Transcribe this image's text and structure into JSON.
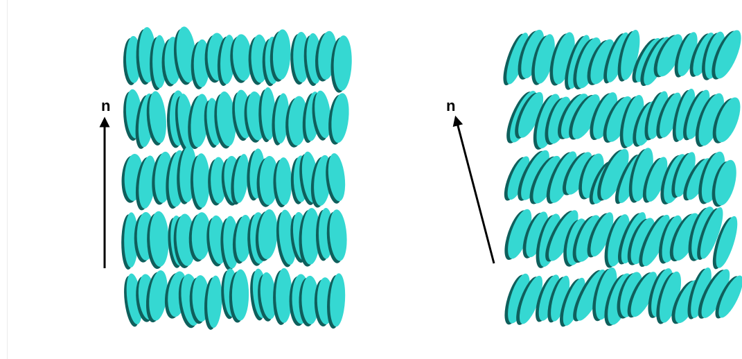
{
  "figure": {
    "panels": [
      {
        "id": "smectic-a",
        "director_label": "n",
        "tilt_deg": 0,
        "layers": 5
      },
      {
        "id": "smectic-c",
        "director_label": "n",
        "tilt_deg": 20,
        "layers": 5
      }
    ],
    "colors": {
      "mesogen": "#35d8d2",
      "mesogen_shade": "#0f5f5c",
      "arrow": "#000000",
      "background": "#ffffff"
    }
  }
}
